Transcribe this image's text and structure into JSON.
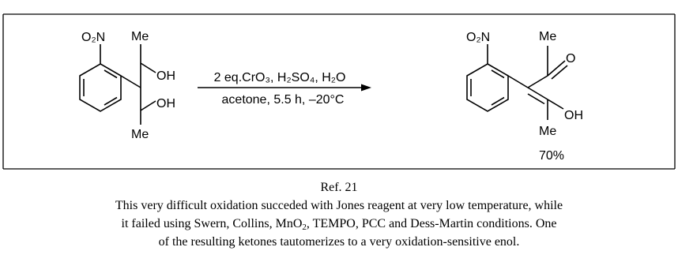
{
  "reactant": {
    "no2": "O₂N",
    "me_top": "Me",
    "oh_top": "OH",
    "oh_bottom": "OH",
    "me_bottom": "Me"
  },
  "conditions": {
    "reagents_prefix": "2 eq.",
    "reagent_1": "CrO₃",
    "reagent_2": "H₂SO₄",
    "reagent_3": "H₂O",
    "solvent_time_temp": "acetone, 5.5 h, –20°C"
  },
  "product": {
    "no2": "O₂N",
    "me_top": "Me",
    "carbonyl_o": "O",
    "oh": "OH",
    "me_bottom": "Me",
    "yield": "70%"
  },
  "caption": {
    "reference": "Ref. 21",
    "line_1": "This very difficult oxidation succeded with Jones reagent at very low temperature, while",
    "line_2_pre": "it failed using Swern, Collins, MnO",
    "line_2_sub": "2",
    "line_2_post": ", TEMPO, PCC and Dess-Martin conditions. One",
    "line_3": "of the resulting ketones tautomerizes to a very oxidation-sensitive enol."
  }
}
